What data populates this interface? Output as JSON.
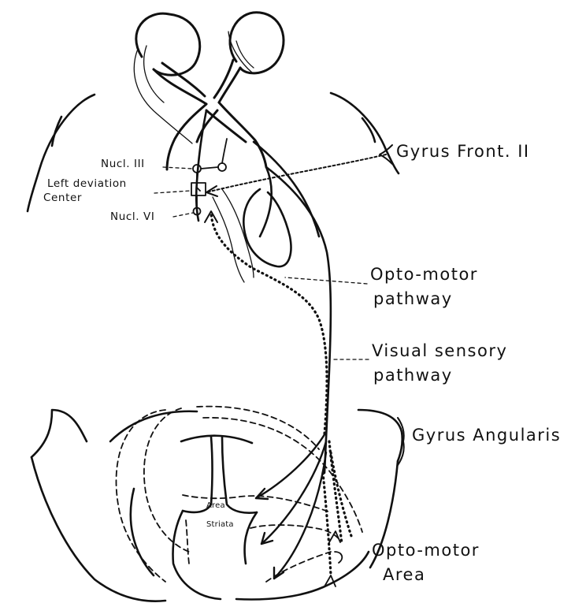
{
  "labels": {
    "gyrus_front": "Gyrus Front. II",
    "nucl_iii": "Nucl. III",
    "left_deviation_line1": "Left deviation",
    "left_deviation_line2": "Center",
    "nucl_vi": "Nucl. VI",
    "opto_motor_pathway_line1": "Opto-motor",
    "opto_motor_pathway_line2": "pathway",
    "visual_sensory_line1": "Visual sensory",
    "visual_sensory_line2": "pathway",
    "gyrus_angularis": "Gyrus Angularis",
    "area_striata_line1": "Area",
    "area_striata_line2": "Striata",
    "opto_motor_area_line1": "Opto-motor",
    "opto_motor_area_line2": "Area"
  },
  "colors": {
    "ink": "#111111",
    "paper": "#ffffff"
  }
}
